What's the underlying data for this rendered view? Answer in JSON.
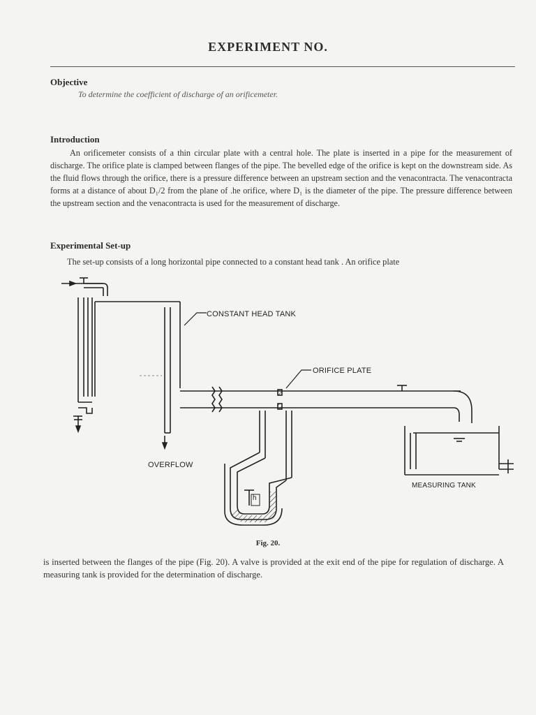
{
  "title": "EXPERIMENT NO.",
  "objective": {
    "heading": "Objective",
    "text": "To determine the coefficient of discharge of an orificemeter."
  },
  "introduction": {
    "heading": "Introduction",
    "text": "An orificemeter consists of a thin circular plate with a central hole. The plate is inserted in a pipe for the measurement of discharge. The orifice plate is clamped between flanges of the pipe. The bevelled edge of the orifice is kept on the downstream side. As the fluid flows through the orifice, there is a pressure difference between an upstream section and the venacontracta. The venacontracta forms at a distance of about D₁/2 from the plane of .he orifice, where D₁ is the diameter of the pipe. The pressure difference between the upstream section and the venacontracta is used for the measurement of discharge."
  },
  "setup": {
    "heading": "Experimental Set-up",
    "text_before": "The set-up consists of a long horizontal pipe connected to a constant head tank . An orifice plate",
    "text_after": "is inserted between the flanges of the pipe (Fig. 20). A valve is provided at the exit end of the pipe for regulation of discharge. A measuring tank is provided for the determination of discharge."
  },
  "figure": {
    "labels": {
      "constant_head_tank": "CONSTANT HEAD TANK",
      "orifice_plate": "ORIFICE PLATE",
      "overflow": "OVERFLOW",
      "measuring_tank": "MEASURING TANK",
      "h": "h"
    },
    "caption": "Fig. 20."
  }
}
